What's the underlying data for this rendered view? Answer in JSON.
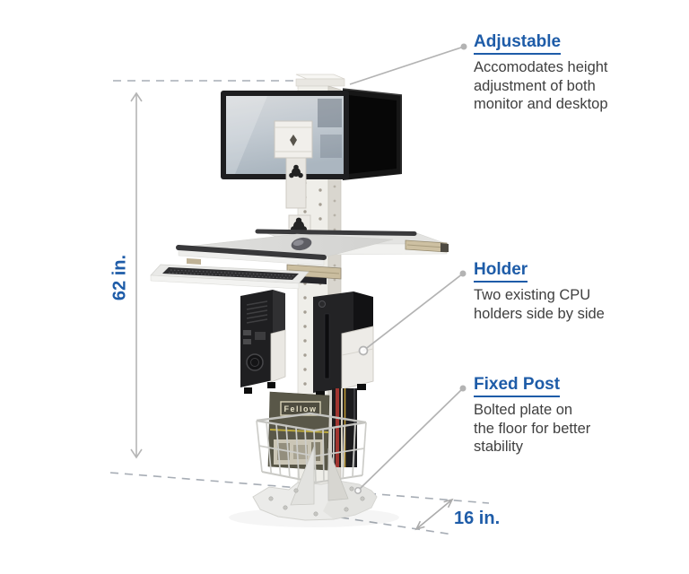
{
  "figure": {
    "type": "product-callout-diagram",
    "subject": "Fixed post dual-monitor computer workstation with CPU holders and basket"
  },
  "annotations": {
    "adjustable": {
      "title": "Adjustable",
      "lines": [
        "Accomodates height",
        "adjustment of both",
        "monitor and desktop"
      ]
    },
    "holder": {
      "title": "Holder",
      "lines": [
        "Two existing CPU",
        "holders side by side"
      ]
    },
    "fixed_post": {
      "title": "Fixed Post",
      "lines": [
        "Bolted plate on",
        "the floor for better",
        "stability"
      ]
    }
  },
  "dimensions": {
    "height_label": "62 in.",
    "depth_label": "16 in."
  },
  "product": {
    "box_label": "Fellow"
  },
  "colors": {
    "accent_blue": "#1e5ca8",
    "body_text": "#3f3f3f",
    "leader_gray": "#b3b3b3",
    "dash_gray": "#a7adb5"
  }
}
